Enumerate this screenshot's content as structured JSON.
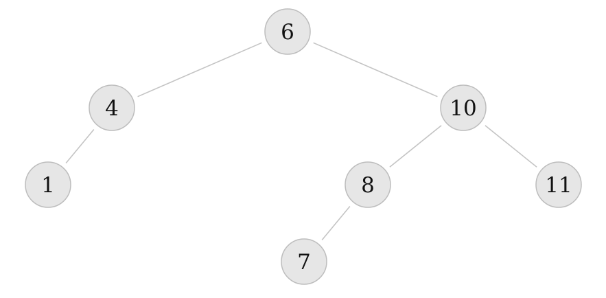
{
  "tree": {
    "nodes": [
      {
        "id": "n6",
        "label": "6"
      },
      {
        "id": "n4",
        "label": "4"
      },
      {
        "id": "n10",
        "label": "10"
      },
      {
        "id": "n1",
        "label": "1"
      },
      {
        "id": "n8",
        "label": "8"
      },
      {
        "id": "n11",
        "label": "11"
      },
      {
        "id": "n7",
        "label": "7"
      }
    ],
    "edges": [
      {
        "from": "n6",
        "to": "n4"
      },
      {
        "from": "n6",
        "to": "n10"
      },
      {
        "from": "n4",
        "to": "n1"
      },
      {
        "from": "n10",
        "to": "n8"
      },
      {
        "from": "n10",
        "to": "n11"
      },
      {
        "from": "n8",
        "to": "n7"
      }
    ],
    "colors": {
      "node_fill": "#e6e6e6",
      "node_stroke": "#bdbdbd",
      "edge": "#c4c4c4",
      "label": "#111111"
    }
  }
}
